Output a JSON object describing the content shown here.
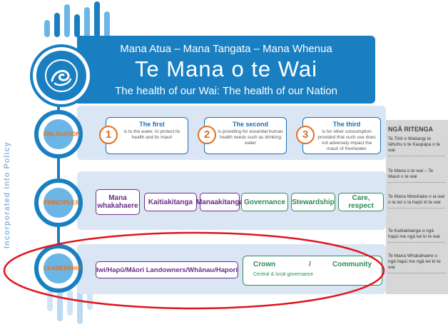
{
  "header": {
    "subtitle_top": "Mana Atua – Mana Tangata – Mana Whenua",
    "title": "Te Mana o te Wai",
    "subtitle_bottom": "The health of our Wai: The health of our Nation"
  },
  "side_label": "Incorporated into Policy",
  "rows": {
    "obligation": {
      "label": "OBLIGATION",
      "items": [
        {
          "number": "1",
          "title": "The first",
          "body": "is to the water, to protect its health and its mauri"
        },
        {
          "number": "2",
          "title": "The second",
          "body": "is providing for essential human health needs such as drinking water"
        },
        {
          "number": "3",
          "title": "The third",
          "body": "is for other consumption provided that such use does not adversely impact the mauri of freshwater"
        }
      ]
    },
    "principles": {
      "label": "PRINCIPLES",
      "items": [
        {
          "label": "Mana whakahaere",
          "color": "#6a2e88"
        },
        {
          "label": "Kaitiakitanga",
          "color": "#6a2e88"
        },
        {
          "label": "Manaakitanga",
          "color": "#6a2e88"
        },
        {
          "label": "Governance",
          "color": "#2e8a58"
        },
        {
          "label": "Stewardship",
          "color": "#2e8a58"
        },
        {
          "label": "Care, respect",
          "color": "#2e8a58"
        }
      ]
    },
    "leadership": {
      "label": "LEADERSHIP",
      "iwi": "Iwi/Hapū/Māori Landowners/Whānau/Hapori",
      "crown": "Crown",
      "slash": "/",
      "community": "Community",
      "crown_sub": "Central & local governance"
    }
  },
  "right_panel": {
    "heading": "NGĀ RITENGA",
    "items": [
      "Te Tiriti o Waitangi te tāhuhu o te Kaupapa o te wai",
      "Te Mana o te wai – Te Mauri o te wai",
      "Te Mana Motuhake o ia wai o ia iwi o ia hapū ki te wai",
      "Te Kaitiakitanga o ngā hapū me ngā iwi ki te wai",
      "Te Mana Whakahaere o ngā hapū me ngā iwi ki te wai"
    ]
  },
  "colors": {
    "primary_blue": "#1a7fc1",
    "band_blue": "#dbe6f5",
    "orange": "#e0701f",
    "purple": "#6a2e88",
    "green": "#2e8a58",
    "highlight_red": "#e0141e",
    "panel_grey": "#d7d7d7"
  }
}
